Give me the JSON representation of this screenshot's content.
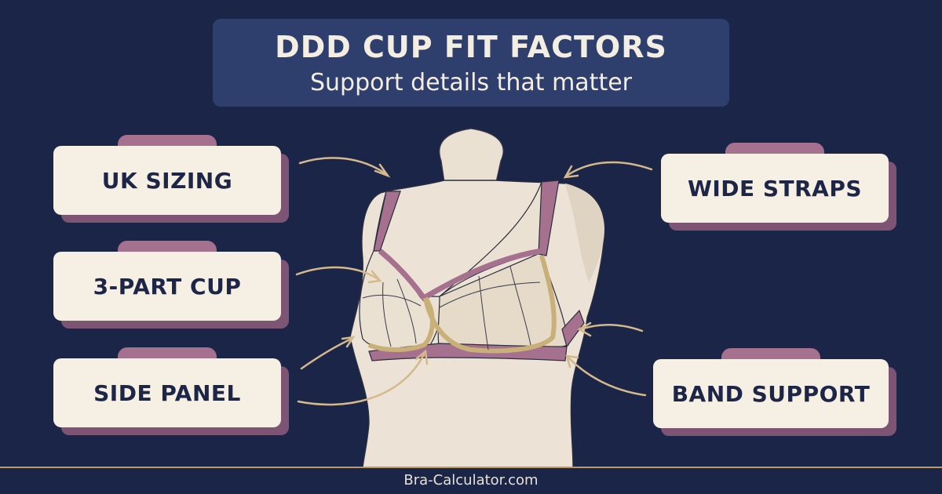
{
  "title": "DDD CUP FIT FACTORS",
  "subtitle": "Support details that matter",
  "labels": {
    "uk_sizing": "UK SIZING",
    "three_part_cup": "3-PART CUP",
    "side_panel": "SIDE PANEL",
    "wide_straps": "WIDE STRAPS",
    "band_support": "BAND SUPPORT"
  },
  "footer": "Bra-Calculator.com",
  "colors": {
    "background": "#1b2547",
    "title_box": "#2e3f6e",
    "card": "#f6efe3",
    "card_shadow": "#7d5474",
    "tab": "#a5718f",
    "mannequin": "#ece3d6",
    "bra_trim": "#a5718f",
    "underwire": "#c8b078",
    "arrow": "#d3b98c"
  }
}
